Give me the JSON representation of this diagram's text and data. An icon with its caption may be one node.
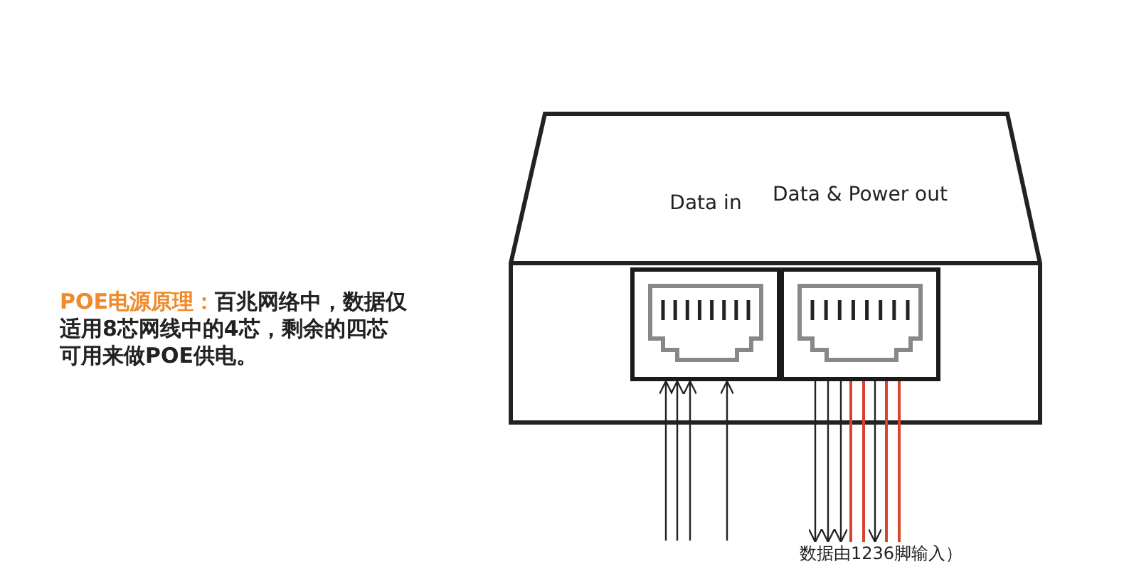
{
  "diagram": {
    "nodes": [
      {
        "text": [],
        "shape": "box"
      },
      {
        "text": [
          "Data in"
        ],
        "in": 0
      },
      {
        "text": [
          "Data & Power out"
        ],
        "in": 0
      },
      {
        "text": [
          "数据由1236脚输入）"
        ]
      }
    ],
    "edges": [
      {
        "from": null,
        "to": 1,
        "arrow": "to"
      },
      {
        "from": null,
        "to": 1,
        "arrow": "to"
      },
      {
        "from": null,
        "to": 1,
        "arrow": "to"
      },
      {
        "from": null,
        "to": 1,
        "arrow": "to"
      },
      {
        "from": 2,
        "to": 3,
        "arrow": "to"
      },
      {
        "from": 2,
        "to": 3,
        "arrow": "to"
      },
      {
        "from": 2,
        "to": 3,
        "arrow": "to"
      },
      {
        "from": 2,
        "to": 3,
        "arrow": "none",
        "color": "#d9432b"
      },
      {
        "from": 2,
        "to": 3,
        "arrow": "none",
        "color": "#d9432b"
      },
      {
        "from": 2,
        "to": 3,
        "arrow": "to"
      },
      {
        "from": 2,
        "to": 3,
        "arrow": "none",
        "color": "#d9432b"
      },
      {
        "from": 2,
        "to": 3,
        "arrow": "none",
        "color": "#d9432b"
      }
    ],
    "labels": [
      "**POE电源原理：**百兆网络中，数据仅适用8芯网线中的4芯，剩余的四芯可用来做POE供电。"
    ]
  }
}
